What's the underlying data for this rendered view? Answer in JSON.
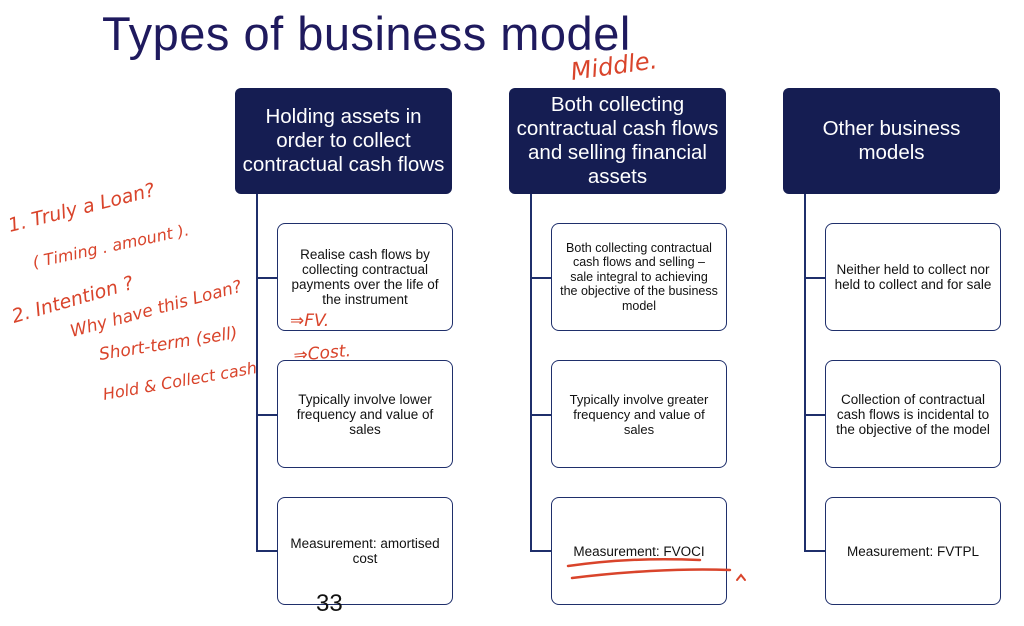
{
  "title": "Types of business model",
  "columns": [
    {
      "header": "Holding assets in order to collect contractual cash flows",
      "boxes": [
        "Realise cash flows by collecting contractual payments over the life of the instrument",
        "Typically involve lower frequency and value of sales",
        "Measurement: amortised cost"
      ]
    },
    {
      "header": "Both collecting contractual cash flows and selling financial assets",
      "boxes": [
        "Both collecting contractual cash flows and selling – sale integral to achieving the objective of the business model",
        "Typically involve greater frequency and value of sales",
        "Measurement: FVOCI"
      ]
    },
    {
      "header": "Other business models",
      "boxes": [
        "Neither held to collect nor held to collect and for sale",
        "Collection of contractual cash flows is incidental to the objective of the model",
        "Measurement: FVTPL"
      ]
    }
  ],
  "page_number": "33",
  "annotations": {
    "middle": "Middle.",
    "truly_loan": "1. Truly a Loan?",
    "timing_amount": "( Timing . amount ).",
    "intention": "2. Intention ?",
    "why_loan": "Why have this Loan?",
    "short_term": "Short-term (sell)",
    "fv": "⇒FV.",
    "hold_collect": "Hold & Collect cash",
    "cost": "⇒Cost.",
    "ink_color": "#d9442b"
  }
}
